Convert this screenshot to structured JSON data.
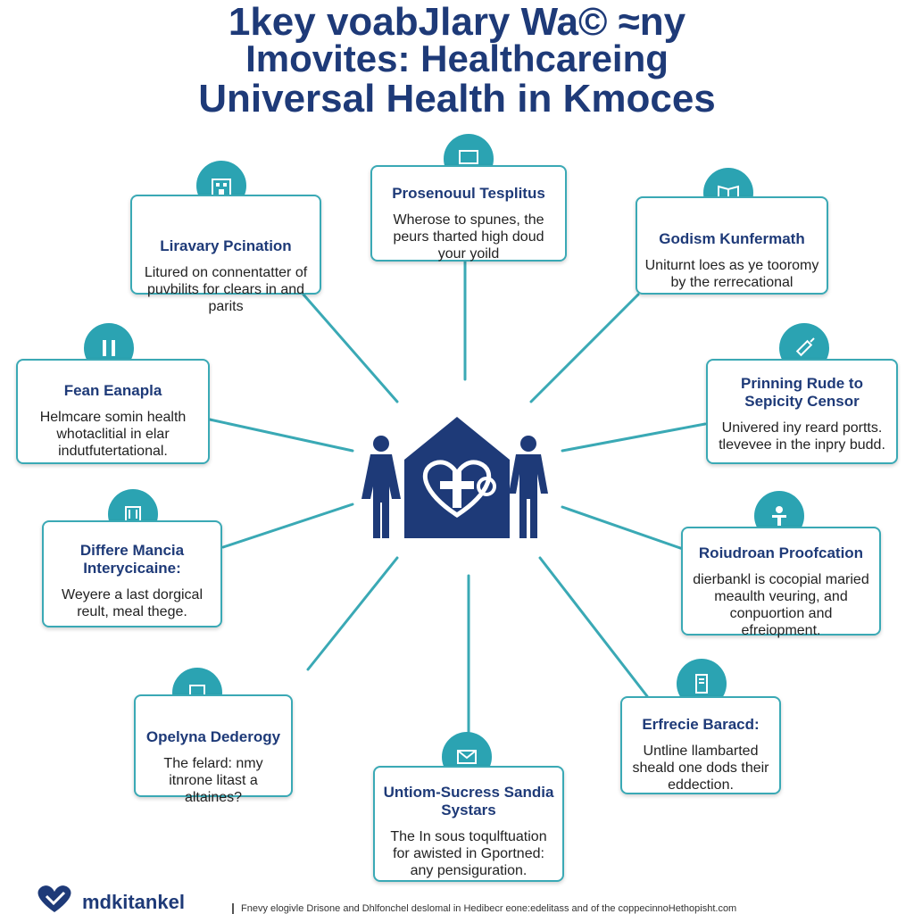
{
  "title": {
    "line1": "1key voabJlary Wa© ≈ny",
    "line2": "Imovites: Healthcareing",
    "line3": "Universal Health in Kmoces"
  },
  "cards": {
    "c1": {
      "title": "Liravary Pcination",
      "body": "Litured on connentatter of puvbilits for clears in and parits",
      "icon": "building-icon"
    },
    "c2": {
      "title": "Prosenouul Tesplitus",
      "body": "Wherose to spunes, the peurs tharted high doud your yoild",
      "icon": "computer-icon"
    },
    "c3": {
      "title": "Godism Kunfermath",
      "body": "Uniturnt loes as ye tooromy by the rerrecational",
      "icon": "open-book-icon"
    },
    "c4": {
      "title": "Fean Eanapla",
      "body": "Helmcare somin health whotaclitial in elar indutfutertational.",
      "icon": "number-11-icon"
    },
    "c5": {
      "title": "Prinning Rude to Sepicity Censor",
      "body": "Univered iny reard portts. tlevevee in the inpry budd.",
      "icon": "syringe-icon"
    },
    "c6": {
      "title": "Differe Mancia Interycicaine:",
      "body": "Weyere a last dorgical reult, meal thege.",
      "icon": "hospital-bed-icon"
    },
    "c7": {
      "title": "Roiudroan Proofcation",
      "body": "dierbankl is cocopial maried meaulth veuring, and conpuortion and efreiopment.",
      "icon": "person-icon"
    },
    "c8": {
      "title": "Opelyna Dederogy",
      "body": "The felard: nmy itnrone litast a altaines?",
      "icon": "laptop-icon"
    },
    "c9": {
      "title": "Erfrecie Baracd:",
      "body": "Untline llambarted sheald one dods their eddection.",
      "icon": "tablet-icon"
    },
    "c10": {
      "title": "Untiom-Sucress Sandia Systars",
      "body": "The In sous toqulftuation for awisted in Gportned: any pensiguration.",
      "icon": "envelope-icon"
    }
  },
  "footer": {
    "brand": "mdkitankel",
    "text": "Fnevy elogivle Drisone and Dhlfonchel deslomal in Hedibecr eone:edelitass and of the coppecinnoHethopisht.com"
  },
  "colors": {
    "navy": "#1e3a78",
    "teal": "#2ba3b2",
    "teal_border": "#3aa9b5"
  }
}
